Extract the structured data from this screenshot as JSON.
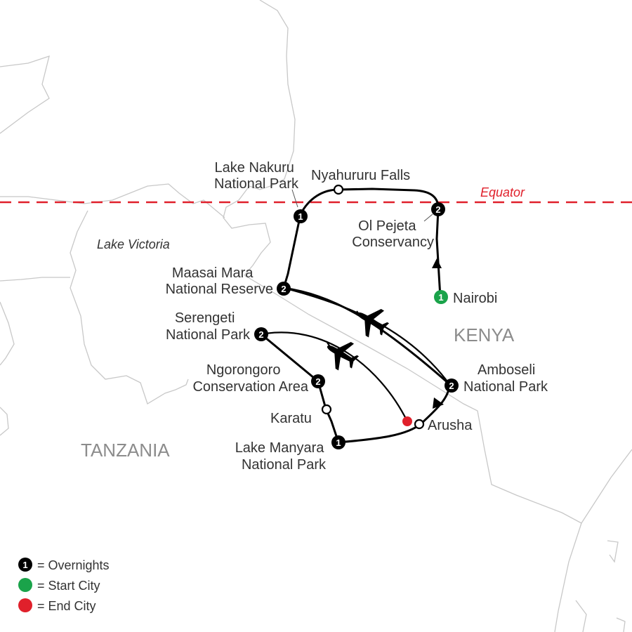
{
  "map": {
    "equator_label": "Equator",
    "countries": {
      "kenya": "KENYA",
      "tanzania": "TANZANIA"
    },
    "water": {
      "lake_victoria": "Lake Victoria"
    },
    "places": {
      "lake_nakuru": [
        "Lake Nakuru",
        "National Park"
      ],
      "nyahururu": "Nyahururu Falls",
      "ol_pejeta": [
        "Ol Pejeta",
        "Conservancy"
      ],
      "nairobi": "Nairobi",
      "maasai_mara": [
        "Maasai Mara",
        "National Reserve"
      ],
      "serengeti": [
        "Serengeti",
        "National Park"
      ],
      "ngorongoro": [
        "Ngorongoro",
        "Conservation Area"
      ],
      "karatu": "Karatu",
      "lake_manyara": [
        "Lake Manyara",
        "National Park"
      ],
      "amboseli": [
        "Amboseli",
        "National Park"
      ],
      "arusha": "Arusha"
    },
    "overnights": {
      "nairobi": "1",
      "ol_pejeta": "2",
      "lake_nakuru": "1",
      "maasai_mara": "2",
      "amboseli": "2",
      "serengeti": "2",
      "ngorongoro": "2",
      "lake_manyara": "1"
    },
    "colors": {
      "equator": "#e0202b",
      "start": "#1aa34a",
      "end": "#e0202b",
      "overnight": "#000000",
      "border": "#c8c8c8"
    }
  },
  "legend": {
    "overnights": {
      "number": "1",
      "label": "= Overnights"
    },
    "start": {
      "label": "= Start City"
    },
    "end": {
      "label": "= End City"
    }
  }
}
